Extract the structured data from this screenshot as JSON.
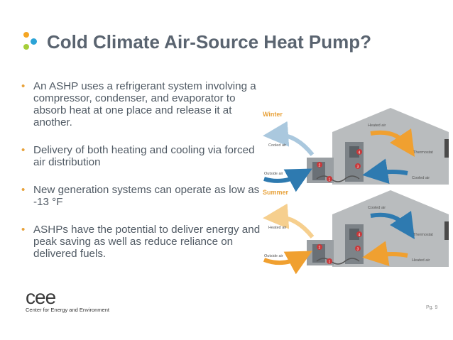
{
  "title": "Cold Climate Air-Source Heat Pump?",
  "bullets": [
    "An ASHP uses a refrigerant system involving a compressor, condenser, and evaporator to absorb heat at one place and release it at another.",
    "Delivery of both heating and cooling via forced air distribution",
    "New generation systems can operate as low as  -13 °F",
    "ASHPs have the potential to deliver energy and peak saving as well as reduce reliance on delivered fuels."
  ],
  "bullet_marker": "•",
  "colors": {
    "title": "#5a6470",
    "accent_orange": "#f0a030",
    "accent_blue": "#2e7ab0",
    "dot_orange": "#f5a623",
    "dot_blue": "#2ba3d6",
    "dot_green": "#a6ce39",
    "house_gray": "#b9bcbe"
  },
  "diagram": {
    "winter": {
      "season": "Winter",
      "labels": {
        "cooled_air": "Cooled air",
        "outside_air": "Outside air",
        "heated_air": "Heated air",
        "thermostat": "Thermostat",
        "cooled_air_return": "Cooled air"
      }
    },
    "summer": {
      "season": "Summer",
      "labels": {
        "heated_air": "Heated air",
        "outside_air": "Outside air",
        "cooled_air": "Cooled air",
        "thermostat": "Thermostat",
        "heated_air_return": "Heated air"
      }
    },
    "component_numbers": [
      "1",
      "2",
      "3",
      "4"
    ]
  },
  "logo": {
    "text": "cee",
    "subtitle": "Center for Energy and Environment"
  },
  "page_number": "Pg. 9"
}
